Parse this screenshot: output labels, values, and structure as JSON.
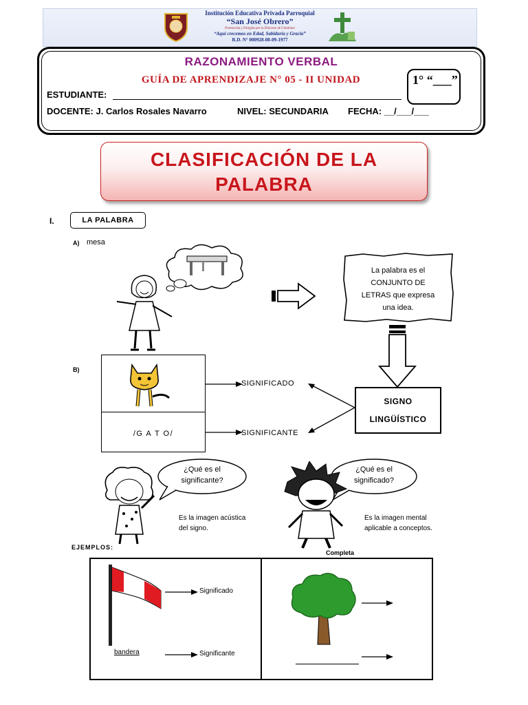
{
  "banner": {
    "institution": "Institución Educativa Privada Parroquial",
    "name": "“San José Obrero”",
    "promoted": "Promovida y Dirigida por la Diócesis de Chimbote",
    "motto": "“Aquí crecemos en Edad, Sabiduría y Gracia”",
    "rd": "R.D. N° 000928-08-09-1977",
    "crest_icon": "school-crest-icon",
    "cross_icon": "church-cross-icon"
  },
  "header": {
    "course": "RAZONAMIENTO VERBAL",
    "guide": "GUÍA DE APRENDIZAJE N° 05 - II UNIDAD",
    "grade": "1° “___”",
    "student_label": "ESTUDIANTE:",
    "teacher": "DOCENTE: J. Carlos Rosales Navarro",
    "level": "NIVEL: SECUNDARIA",
    "date": "FECHA: __/___/___"
  },
  "title": {
    "line1": "CLASIFICACIÓN DE LA",
    "line2": "PALABRA"
  },
  "section": {
    "number": "I.",
    "heading": "LA PALABRA",
    "a_label": "A)",
    "a_word": "mesa",
    "definition": [
      "La palabra es el",
      "CONJUNTO DE",
      "LETRAS que expresa",
      "una idea."
    ],
    "b_label": "B)",
    "gato": "/G A T O/",
    "significado": "SIGNIFICADO",
    "significante": "SIGNIFICANTE",
    "signo_line1": "SIGNO",
    "signo_line2": "LINGÜÍSTICO",
    "question1": [
      "¿Qué es el",
      "significante?"
    ],
    "answer1": [
      "Es la imagen acústica",
      "del signo."
    ],
    "question2": [
      "¿Qué es el",
      "significado?"
    ],
    "answer2": [
      "Es la imagen mental",
      "aplicable a conceptos."
    ]
  },
  "examples": {
    "heading": "EJEMPLOS:",
    "complete": "Completa",
    "significado": "Significado",
    "significante": "Significante",
    "bandera": "bandera"
  },
  "colors": {
    "course": "#8b1a80",
    "guide": "#c0161c",
    "title": "#c8161c",
    "banner_text": "#1b2f80"
  }
}
